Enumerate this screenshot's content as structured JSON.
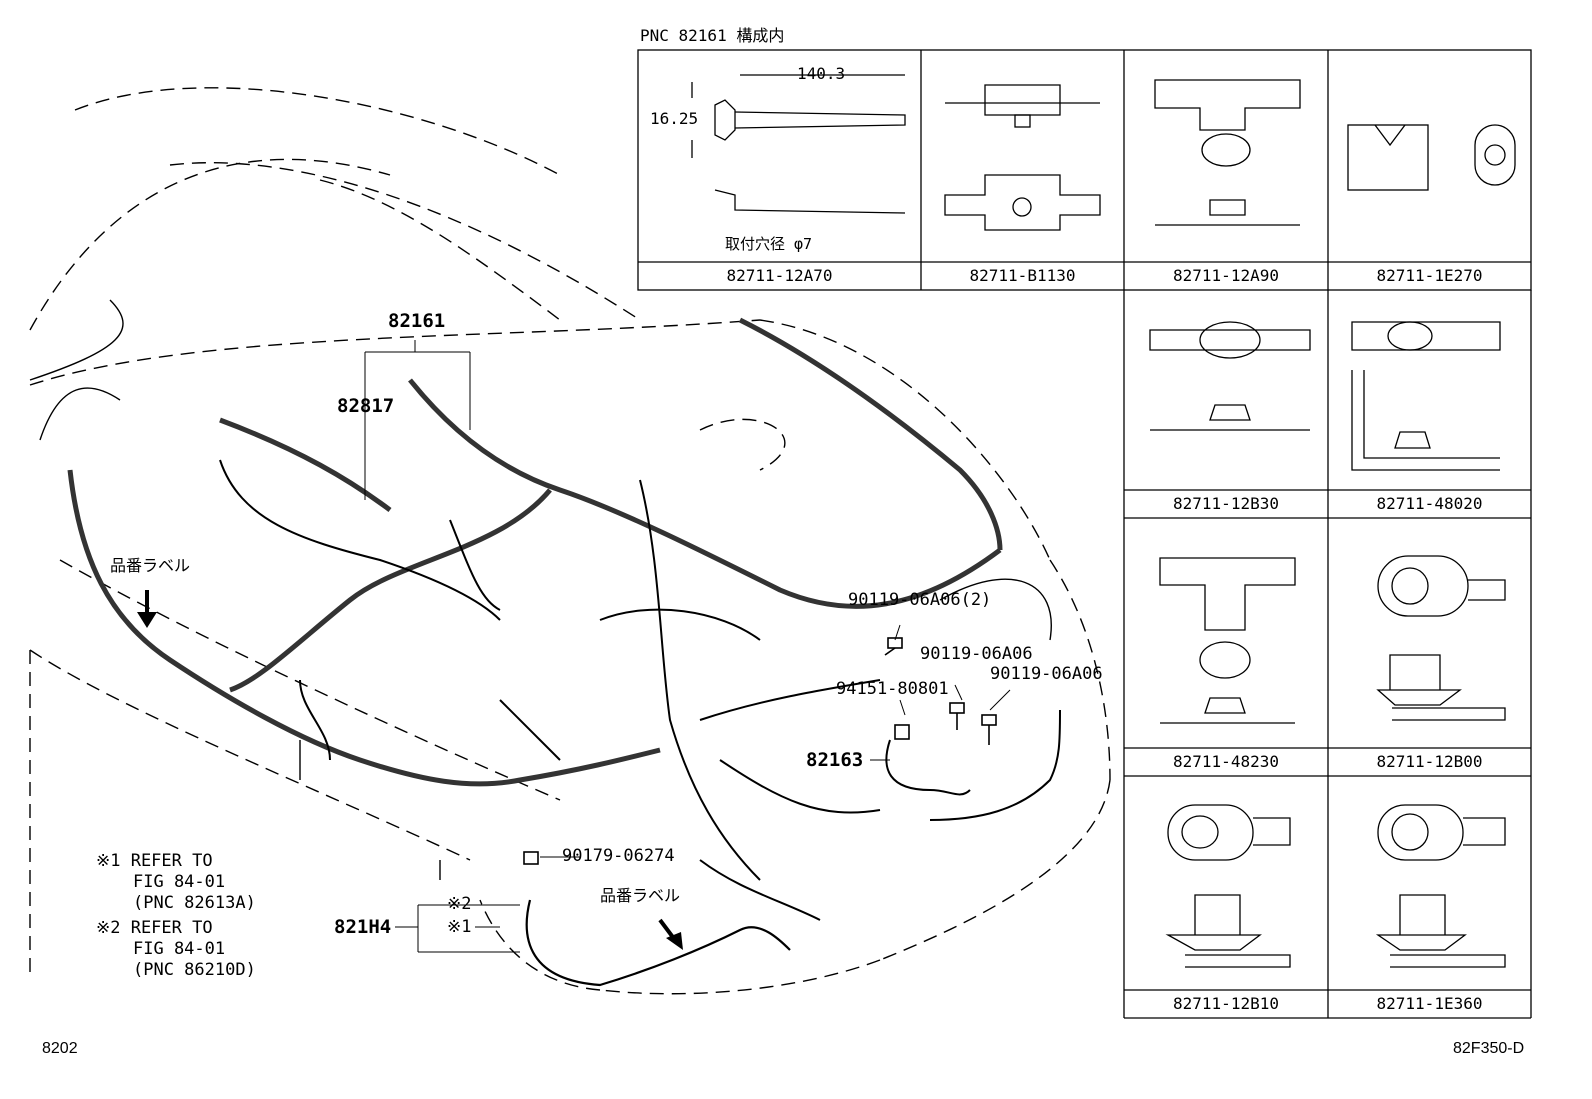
{
  "header": {
    "pnc_note": "PNC 82161 構成内"
  },
  "clip_table": {
    "dimension_length": "140.3",
    "dimension_width": "16.25",
    "mount_hole": "取付穴径 φ7",
    "cells": [
      {
        "part": "82711-12A70"
      },
      {
        "part": "82711-B1130"
      },
      {
        "part": "82711-12A90"
      },
      {
        "part": "82711-1E270"
      },
      {
        "part": "82711-12B30"
      },
      {
        "part": "82711-48020"
      },
      {
        "part": "82711-48230"
      },
      {
        "part": "82711-12B00"
      },
      {
        "part": "82711-12B10"
      },
      {
        "part": "82711-1E360"
      }
    ]
  },
  "callouts": {
    "c82161": "82161",
    "c82817": "82817",
    "label_left": "品番ラベル",
    "label_bottom": "品番ラベル",
    "bolt1": "90119-06A06(2)",
    "bolt2": "90119-06A06",
    "bolt3": "90119-06A06",
    "nut": "94151-80801",
    "c82163": "82163",
    "nut2": "90179-06274",
    "c821H4": "821H4",
    "ref2_short": "※2",
    "ref1_short": "※1"
  },
  "notes": {
    "n1_line1": "※1 REFER TO",
    "n1_line2": "FIG 84-01",
    "n1_line3": "(PNC 82613A)",
    "n2_line1": "※2 REFER TO",
    "n2_line2": "FIG 84-01",
    "n2_line3": "(PNC 86210D)"
  },
  "footer": {
    "fig_no": "8202",
    "illus_id": "82F350-D"
  }
}
